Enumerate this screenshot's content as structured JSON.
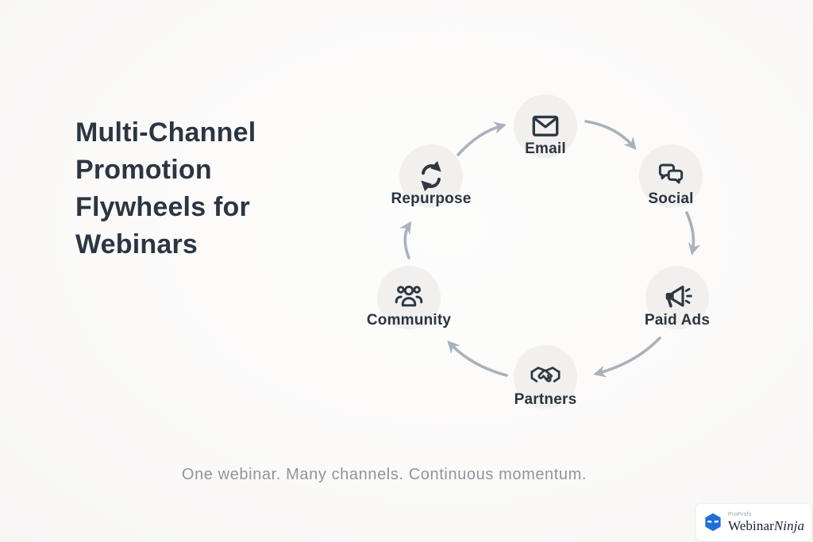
{
  "title_lines": [
    "Multi-Channel",
    "Promotion",
    "Flywheels for",
    "Webinars"
  ],
  "tagline": "One webinar. Many channels. Continuous momentum.",
  "flywheel": {
    "direction": "clockwise",
    "nodes": [
      {
        "id": "email",
        "label": "Email",
        "icon": "envelope-icon"
      },
      {
        "id": "social",
        "label": "Social",
        "icon": "chat-bubbles-icon"
      },
      {
        "id": "paid-ads",
        "label": "Paid Ads",
        "icon": "megaphone-icon"
      },
      {
        "id": "partners",
        "label": "Partners",
        "icon": "handshake-icon"
      },
      {
        "id": "community",
        "label": "Community",
        "icon": "people-icon"
      },
      {
        "id": "repurpose",
        "label": "Repurpose",
        "icon": "refresh-icon"
      }
    ],
    "sequence": [
      "Email",
      "Social",
      "Paid Ads",
      "Partners",
      "Community",
      "Repurpose"
    ]
  },
  "logo": {
    "brand_prefix": "ProProfs",
    "brand_main": "Webinar",
    "brand_suffix": "Ninja"
  },
  "colors": {
    "background": "#fbfaf9",
    "title": "#2c3542",
    "node_label": "#2b3440",
    "circle_fill": "#f1f0ee",
    "icon": "#2e3742",
    "arrow": "#a9b1bb",
    "tagline": "#8f959d",
    "logo_blue": "#1f6fd8"
  }
}
